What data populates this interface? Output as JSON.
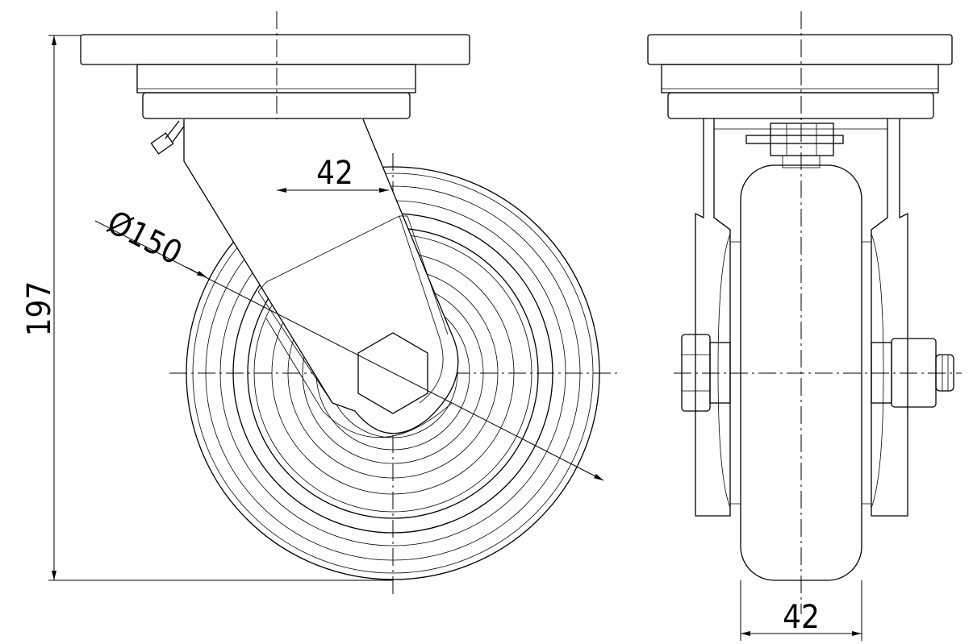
{
  "drawing": {
    "side_view": {
      "height_dimension": "197",
      "offset_dimension": "42",
      "diameter_dimension": "Ø150"
    },
    "front_view": {
      "width_dimension": "42"
    }
  }
}
